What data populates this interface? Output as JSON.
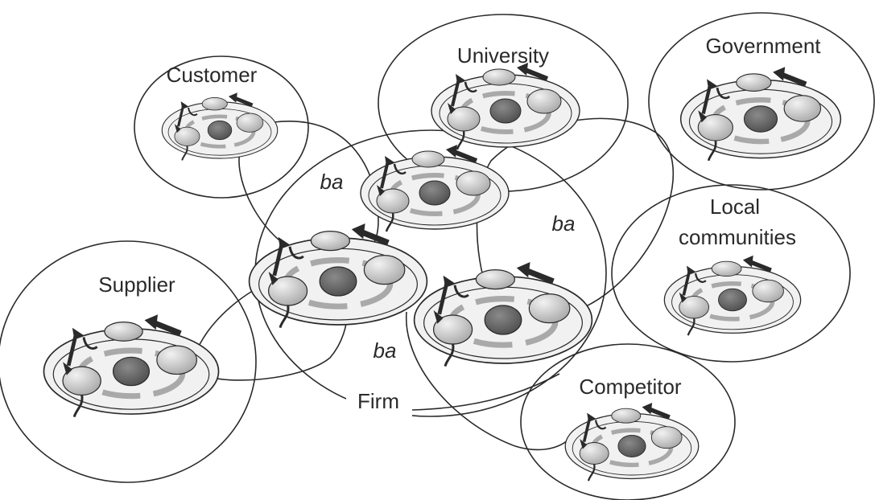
{
  "labels": {
    "customer": "Customer",
    "university": "University",
    "government": "Government",
    "local": [
      "Local",
      "communities"
    ],
    "supplier": "Supplier",
    "competitor": "Competitor",
    "firm": "Firm"
  },
  "ba_labels": [
    "ba",
    "ba",
    "ba"
  ],
  "colors": {
    "line": "#2a2a2a",
    "disc_fill": "#f1f1f1",
    "bubble": "#cfcfcf",
    "center": "#6c6c6c",
    "swirl": "#a9a9a9"
  }
}
